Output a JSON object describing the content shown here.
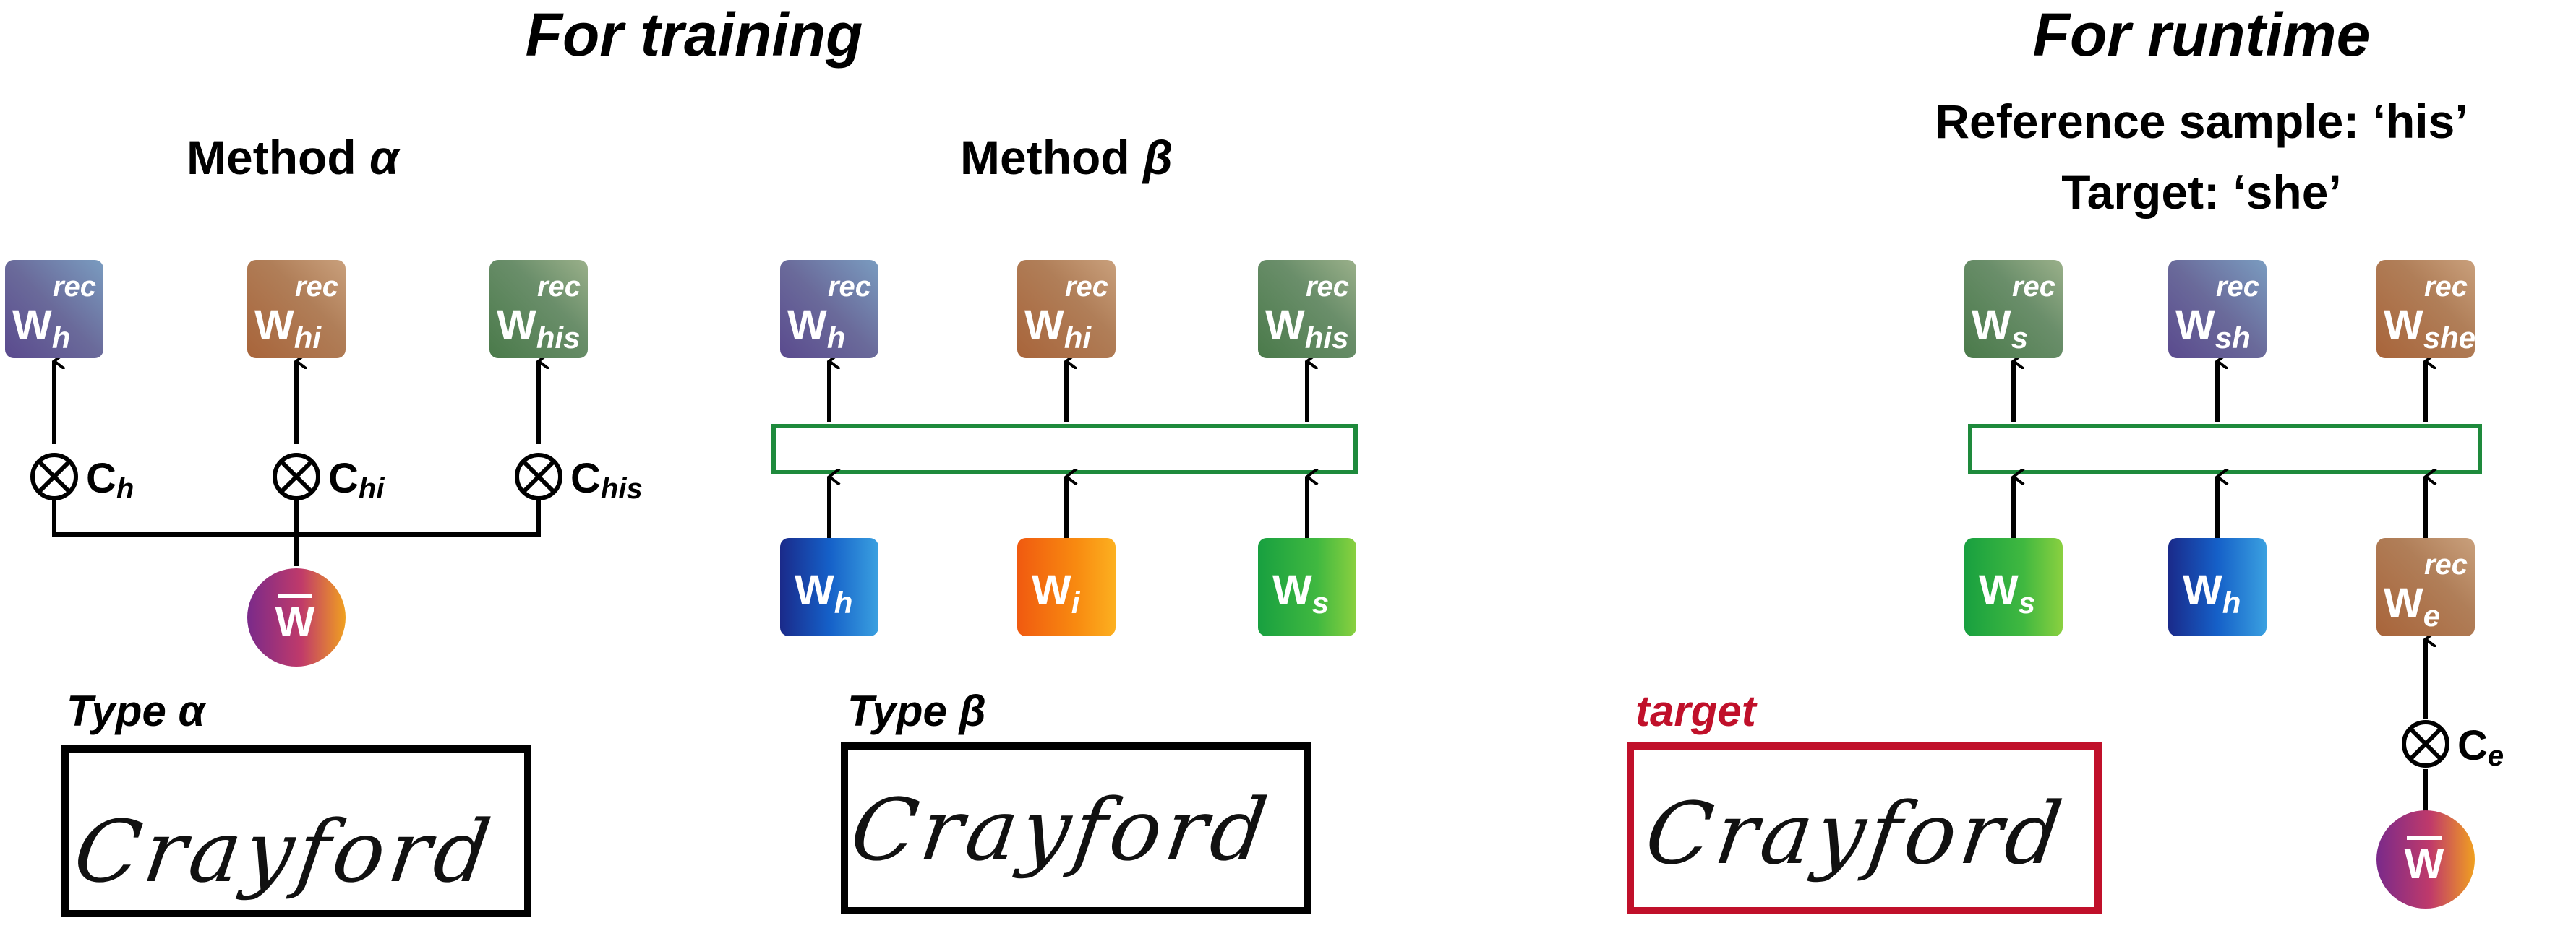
{
  "sections": {
    "training_title": "For training",
    "runtime_title": "For runtime"
  },
  "method_alpha": {
    "title": "Method",
    "title_symbol": "α",
    "outputs": [
      {
        "base": "W",
        "sup": "rec",
        "sub": "h",
        "color": "brown-blue"
      },
      {
        "base": "W",
        "sup": "rec",
        "sub": "hi",
        "color": "orange-brown"
      },
      {
        "base": "W",
        "sup": "rec",
        "sub": "his",
        "color": "green"
      }
    ],
    "ops": [
      {
        "label": "C",
        "sub": "h"
      },
      {
        "label": "C",
        "sub": "hi"
      },
      {
        "label": "C",
        "sub": "his"
      }
    ],
    "mean_vector": "W",
    "sample_label": "Type α",
    "sample_word": "Crayford"
  },
  "method_beta": {
    "title": "Method",
    "title_symbol": "β",
    "outputs": [
      {
        "base": "W",
        "sup": "rec",
        "sub": "h",
        "color": "brown-blue"
      },
      {
        "base": "W",
        "sup": "rec",
        "sub": "hi",
        "color": "orange-brown"
      },
      {
        "base": "W",
        "sup": "rec",
        "sub": "his",
        "color": "green"
      }
    ],
    "inputs": [
      {
        "base": "W",
        "sub": "h",
        "color": "blue"
      },
      {
        "base": "W",
        "sub": "i",
        "color": "orange"
      },
      {
        "base": "W",
        "sub": "s",
        "color": "lightgreen"
      }
    ],
    "sample_label": "Type β",
    "sample_word": "Crayford"
  },
  "runtime": {
    "reference_line": "Reference sample: ‘his’",
    "target_line": "Target: ‘she’",
    "outputs": [
      {
        "base": "W",
        "sup": "rec",
        "sub": "s",
        "color": "green"
      },
      {
        "base": "W",
        "sup": "rec",
        "sub": "sh",
        "color": "brown-blue"
      },
      {
        "base": "W",
        "sup": "rec",
        "sub": "she",
        "color": "orange-brown"
      }
    ],
    "inputs": [
      {
        "base": "W",
        "sub": "s",
        "color": "lightgreen"
      },
      {
        "base": "W",
        "sub": "h",
        "color": "blue"
      },
      {
        "base": "W",
        "sup": "rec",
        "sub": "e",
        "color": "orange-brown"
      }
    ],
    "op": {
      "label": "C",
      "sub": "e"
    },
    "mean_vector": "W",
    "sample_label": "target",
    "sample_word": "Crayford"
  },
  "colors": {
    "accent_green": "#1e8a3c",
    "target_red": "#c0102a",
    "black": "#000000"
  }
}
